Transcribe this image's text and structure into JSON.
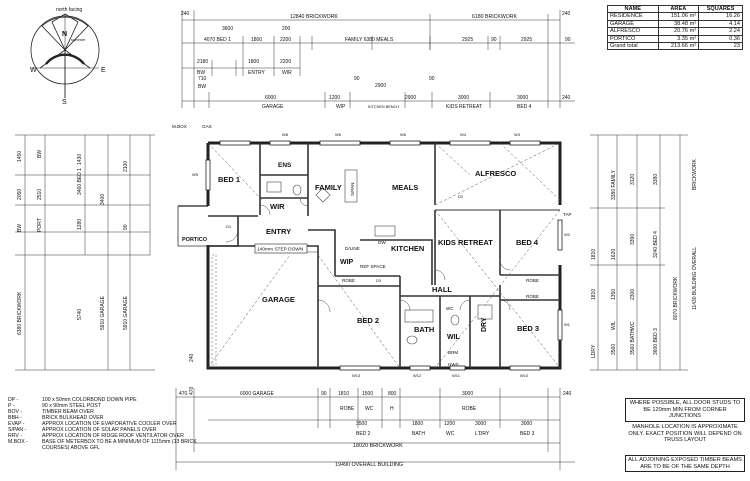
{
  "compass": {
    "north_label": "north facing",
    "n": "N",
    "s": "S",
    "e": "E",
    "w": "W",
    "sub_label": "summer"
  },
  "area_table": {
    "headers": [
      "NAME",
      "AREA",
      "SQUARES"
    ],
    "rows": [
      {
        "name": "RESIDENCE",
        "area": "151.06 m²",
        "squares": "16.26"
      },
      {
        "name": "GARAGE",
        "area": "38.48 m²",
        "squares": "4.14"
      },
      {
        "name": "ALFRESCO",
        "area": "20.76 m²",
        "squares": "2.24"
      },
      {
        "name": "PORTICO",
        "area": "3.35 m²",
        "squares": "0.36"
      },
      {
        "name": "Grand total",
        "area": "213.66 m²",
        "squares": "23"
      }
    ]
  },
  "rooms": {
    "bed1": "BED 1",
    "ens": "ENS",
    "wir1": "WIR",
    "entry": "ENTRY",
    "portico": "PORTICO",
    "family": "FAMILY",
    "meals": "MEALS",
    "alfresco": "ALFRESCO",
    "kitchen": "KITCHEN",
    "kids_retreat": "KIDS RETREAT",
    "bed4": "BED 4",
    "wip": "WIP",
    "garage": "GARAGE",
    "hall": "HALL",
    "bed2": "BED 2",
    "bath": "BATH",
    "wil": "WIL",
    "dry": "DRY",
    "bed3": "BED 3",
    "robe": "ROBE",
    "wc": "WC",
    "ldry": "L'DRY",
    "step_down": "140mm STEP DOWN",
    "spa": "S/PAN",
    "ref_space": "REF SPACE",
    "dw": "DW",
    "brm": "BRM",
    "hws": "HWS",
    "tap": "TAP",
    "mbox": "M.BOX",
    "gas": "GAS",
    "pantry": "D/LINE"
  },
  "top_dims": {
    "row1": [
      "240",
      "12840  BRICKWORK",
      "6180  BRICKWORK",
      "240"
    ],
    "row2": [
      "4070  BED 1",
      "1800",
      "2200",
      "FAMILY  6380  MEALS",
      "2925",
      "90",
      "2925",
      "90"
    ],
    "row2_extra": [
      "3600",
      "200"
    ],
    "row3": [
      "2180",
      "1800",
      "2200"
    ],
    "row3_labels": [
      "BW",
      "ENTRY",
      "WIR"
    ],
    "row4": [
      "6000",
      "1200",
      "2900",
      "2900",
      "3000",
      "3000",
      "240"
    ],
    "row4_labels": [
      "GARAGE",
      "WIP",
      "KITCHEN BENCH",
      "KIDS RETREAT",
      "BED 4"
    ],
    "row4_small": [
      "710",
      "BW",
      "90",
      "90"
    ]
  },
  "bottom_dims": {
    "row1": [
      "470",
      "6000  GARAGE",
      "90",
      "1810",
      "1500",
      "800",
      "3000",
      "240"
    ],
    "row1_labels": [
      "ROBE",
      "WC",
      "H",
      "ROBE"
    ],
    "row2": [
      "3500",
      "1800",
      "1200",
      "3000",
      "3000"
    ],
    "row2_labels": [
      "BED 2",
      "BATH",
      "WC",
      "L'DRY",
      "BED 3"
    ],
    "total_brick": "18020  BRICKWORK",
    "total_overall": "19490  OVERALL BUILDING"
  },
  "left_dims": {
    "labels": [
      "1450",
      "BW",
      "2050",
      "2510",
      "BW",
      "PORT",
      "5740",
      "6380  BRICKWORK",
      "5910  GARAGE",
      "5910  GARAGE",
      "3460  BED 1",
      "1430",
      "1280",
      "3400",
      "2100",
      "90",
      "240",
      "470"
    ]
  },
  "right_dims": {
    "labels": [
      "3380  FAMILY",
      "3120",
      "3380",
      "3240  BED 4",
      "3390",
      "1810",
      "1620",
      "1810",
      "1350",
      "2300",
      "3600  BED 3",
      "3560  BATH",
      "3560",
      "11430  BUILDING OVERALL",
      "8070  BRICKWORK",
      "LDRY",
      "WIL",
      "WC",
      "BRICKWORK"
    ]
  },
  "legend": [
    {
      "k": "DP -",
      "v": "100 x 50mm COLORBOND DOWN PIPE"
    },
    {
      "k": "P -",
      "v": "90 x 90mm STEEL POST"
    },
    {
      "k": "BOV -",
      "v": "TIMBER BEAM OVER"
    },
    {
      "k": "BBH -",
      "v": "BRICK BULKHEAD OVER"
    },
    {
      "k": "EVAP -",
      "v": "APPROX LOCATION OF EVAPORATIVE COOLER OVER"
    },
    {
      "k": "S/PAN -",
      "v": "APPROX LOCATION OF SOLAR PANELS OVER"
    },
    {
      "k": "RRV -",
      "v": "APPROX LOCATION OF RIDGE ROOF VENTILATOR OVER"
    },
    {
      "k": "M.BOX -",
      "v": "BASE OF METERBOX TO BE A MINIMUM OF 1115mm (13 BRICK COURSES) ABOVE GFL"
    }
  ],
  "notes": {
    "n1": "WHERE POSSIBLE, ALL DOOR STUDS TO BE 120mm MIN FROM CORNER JUNCTIONS",
    "n2": "MANHOLE LOCATION IS APPROXIMATE ONLY. EXACT POSITION WILL DEPEND ON TRUSS LAYOUT",
    "n3": "ALL ADJOINING EXPOSED TIMBER BEAMS ARE TO BE OF THE SAME DEPTH"
  },
  "windows": [
    "W8",
    "W5",
    "W6",
    "W4",
    "W3",
    "W2",
    "W1",
    "W9",
    "W10",
    "W11",
    "W12",
    "W13",
    "D1",
    "D2",
    "D3"
  ]
}
